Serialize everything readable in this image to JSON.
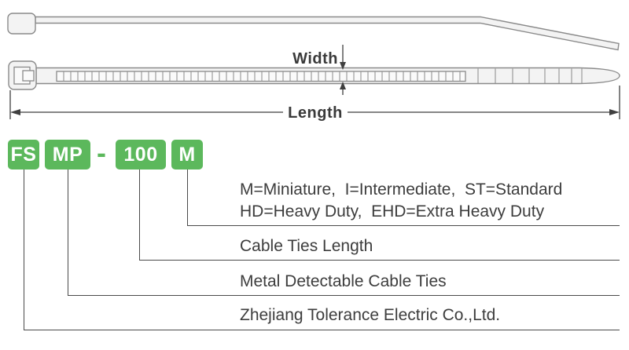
{
  "product_diagram": {
    "width_label": "Width",
    "length_label": "Length"
  },
  "part_number": {
    "brand_code": "FS",
    "series_code": "MP",
    "separator": "-",
    "length_code": "100",
    "size_code": "M"
  },
  "legend": {
    "size_codes_line1": "M=Miniature,  I=Intermediate,  ST=Standard",
    "size_codes_line2": "HD=Heavy Duty,  EHD=Extra Heavy Duty",
    "length_label": "Cable Ties Length",
    "series_label": "Metal Detectable Cable Ties",
    "company_label": "Zhejiang Tolerance Electric Co.,Ltd."
  },
  "colors": {
    "badge_green": "#5cb85c",
    "connector_line": "#4a4a4a",
    "text": "#3d3d3d",
    "diagram_outline": "#8a8a8a"
  }
}
